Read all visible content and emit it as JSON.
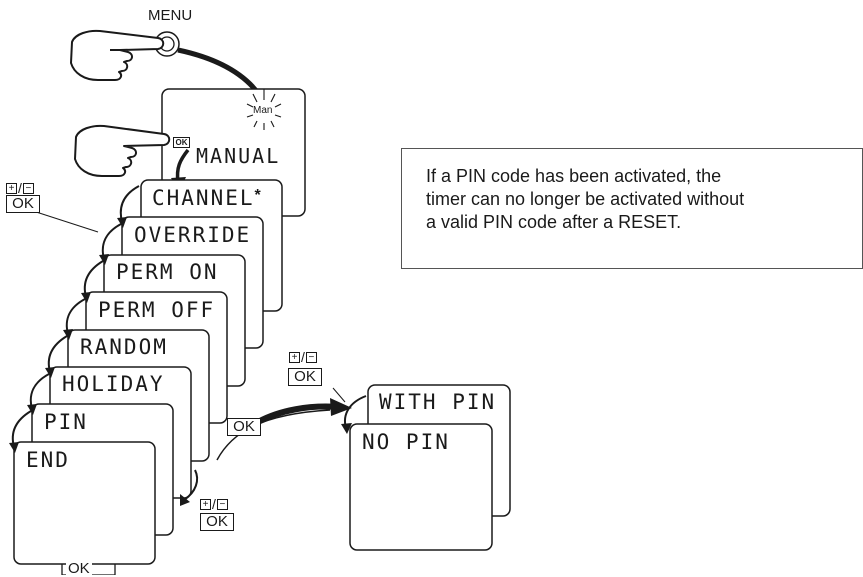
{
  "menu_label": "MENU",
  "ok_label": "OK",
  "plus_minus": {
    "plus": "+",
    "slash": "/",
    "minus": "−"
  },
  "manual_screen": {
    "indicator": "Man",
    "mode": "MANUAL"
  },
  "menu_items": [
    "CHANNEL",
    "OVERRIDE",
    "PERM ON",
    "PERM OFF",
    "RANDOM",
    "HOLIDAY",
    "PIN",
    "END"
  ],
  "channel_marker": "*",
  "pin_options": [
    "WITH PIN",
    "NO PIN"
  ],
  "info_text": "If a PIN code has been activated, the\ntimer can no longer be activated without\na valid PIN code after a RESET."
}
